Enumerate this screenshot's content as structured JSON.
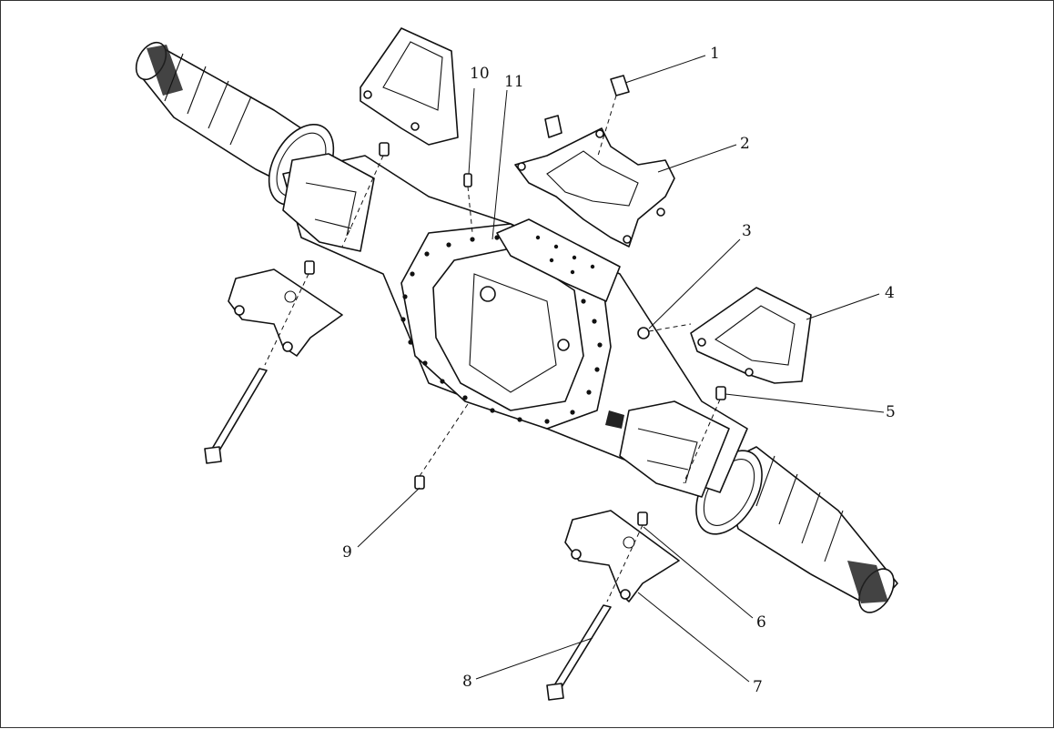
{
  "figure": {
    "callouts": [
      "1",
      "2",
      "3",
      "4",
      "5",
      "6",
      "7",
      "8",
      "9",
      "10",
      "11"
    ]
  }
}
